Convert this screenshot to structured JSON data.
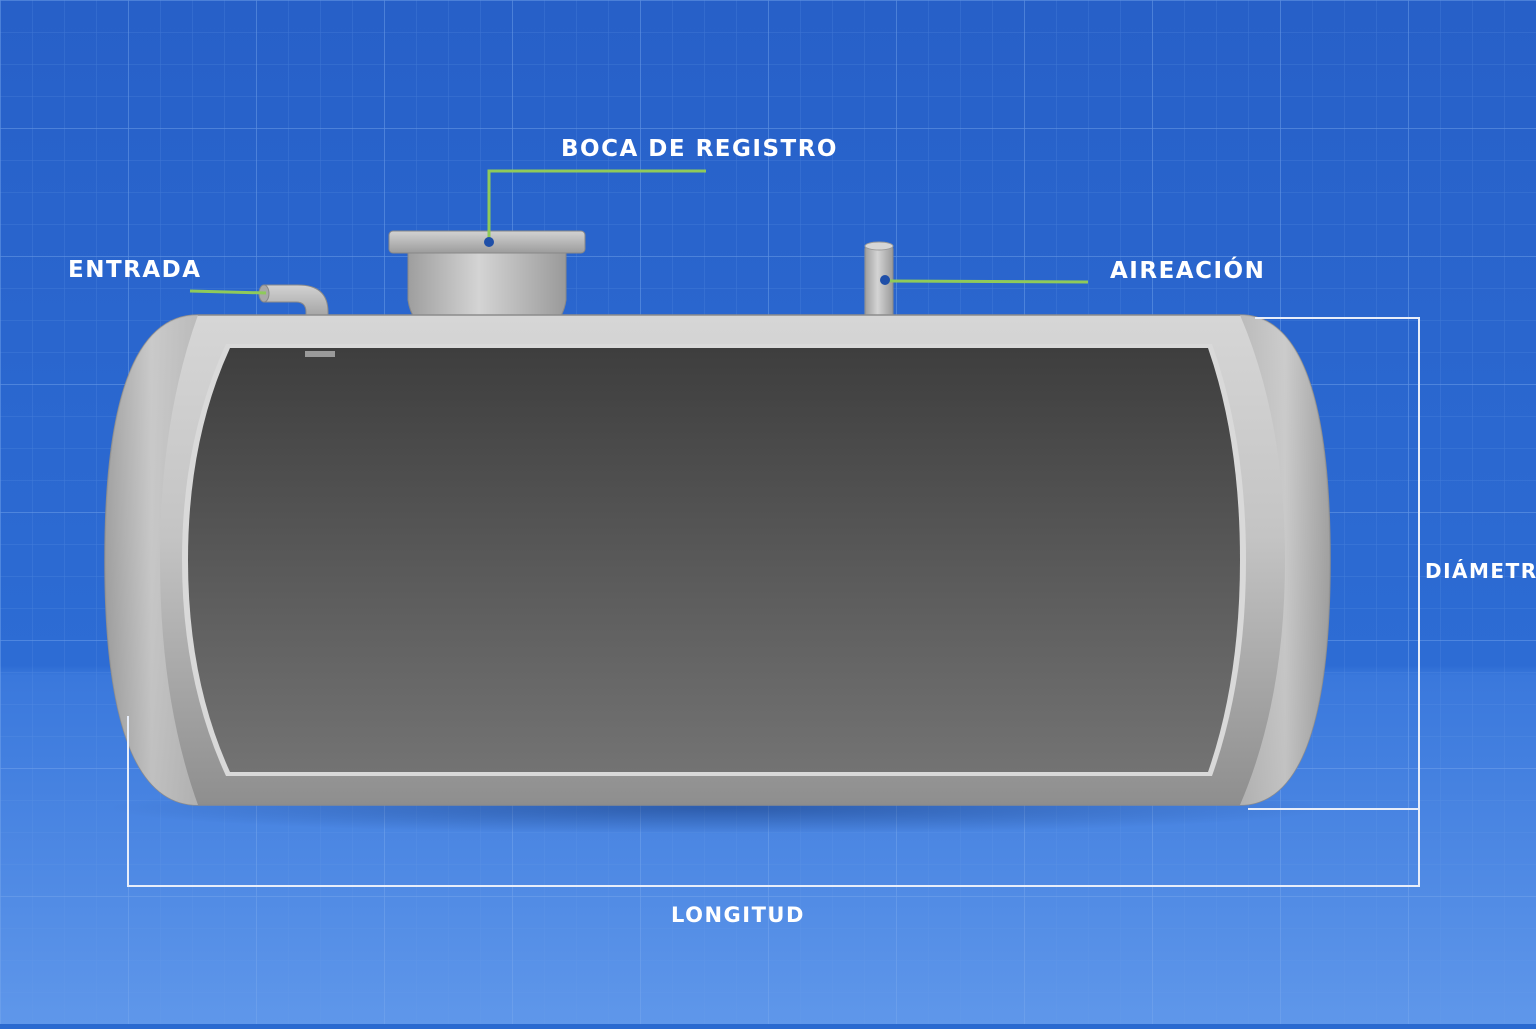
{
  "labels": {
    "manhole": "BOCA DE REGISTRO",
    "inlet": "ENTRADA",
    "vent": "AIREACIÓN",
    "diameter": "DIÁMETRO",
    "length": "LONGITUD"
  },
  "colors": {
    "background": "#2a6ad0",
    "grid": "#5a90e4",
    "leader_line": "#8fca5a",
    "dimension_line": "#ffffff",
    "tank_shell": "#bdbdbd",
    "tank_window": "#555555",
    "marker_dot": "#1f4fa8"
  }
}
